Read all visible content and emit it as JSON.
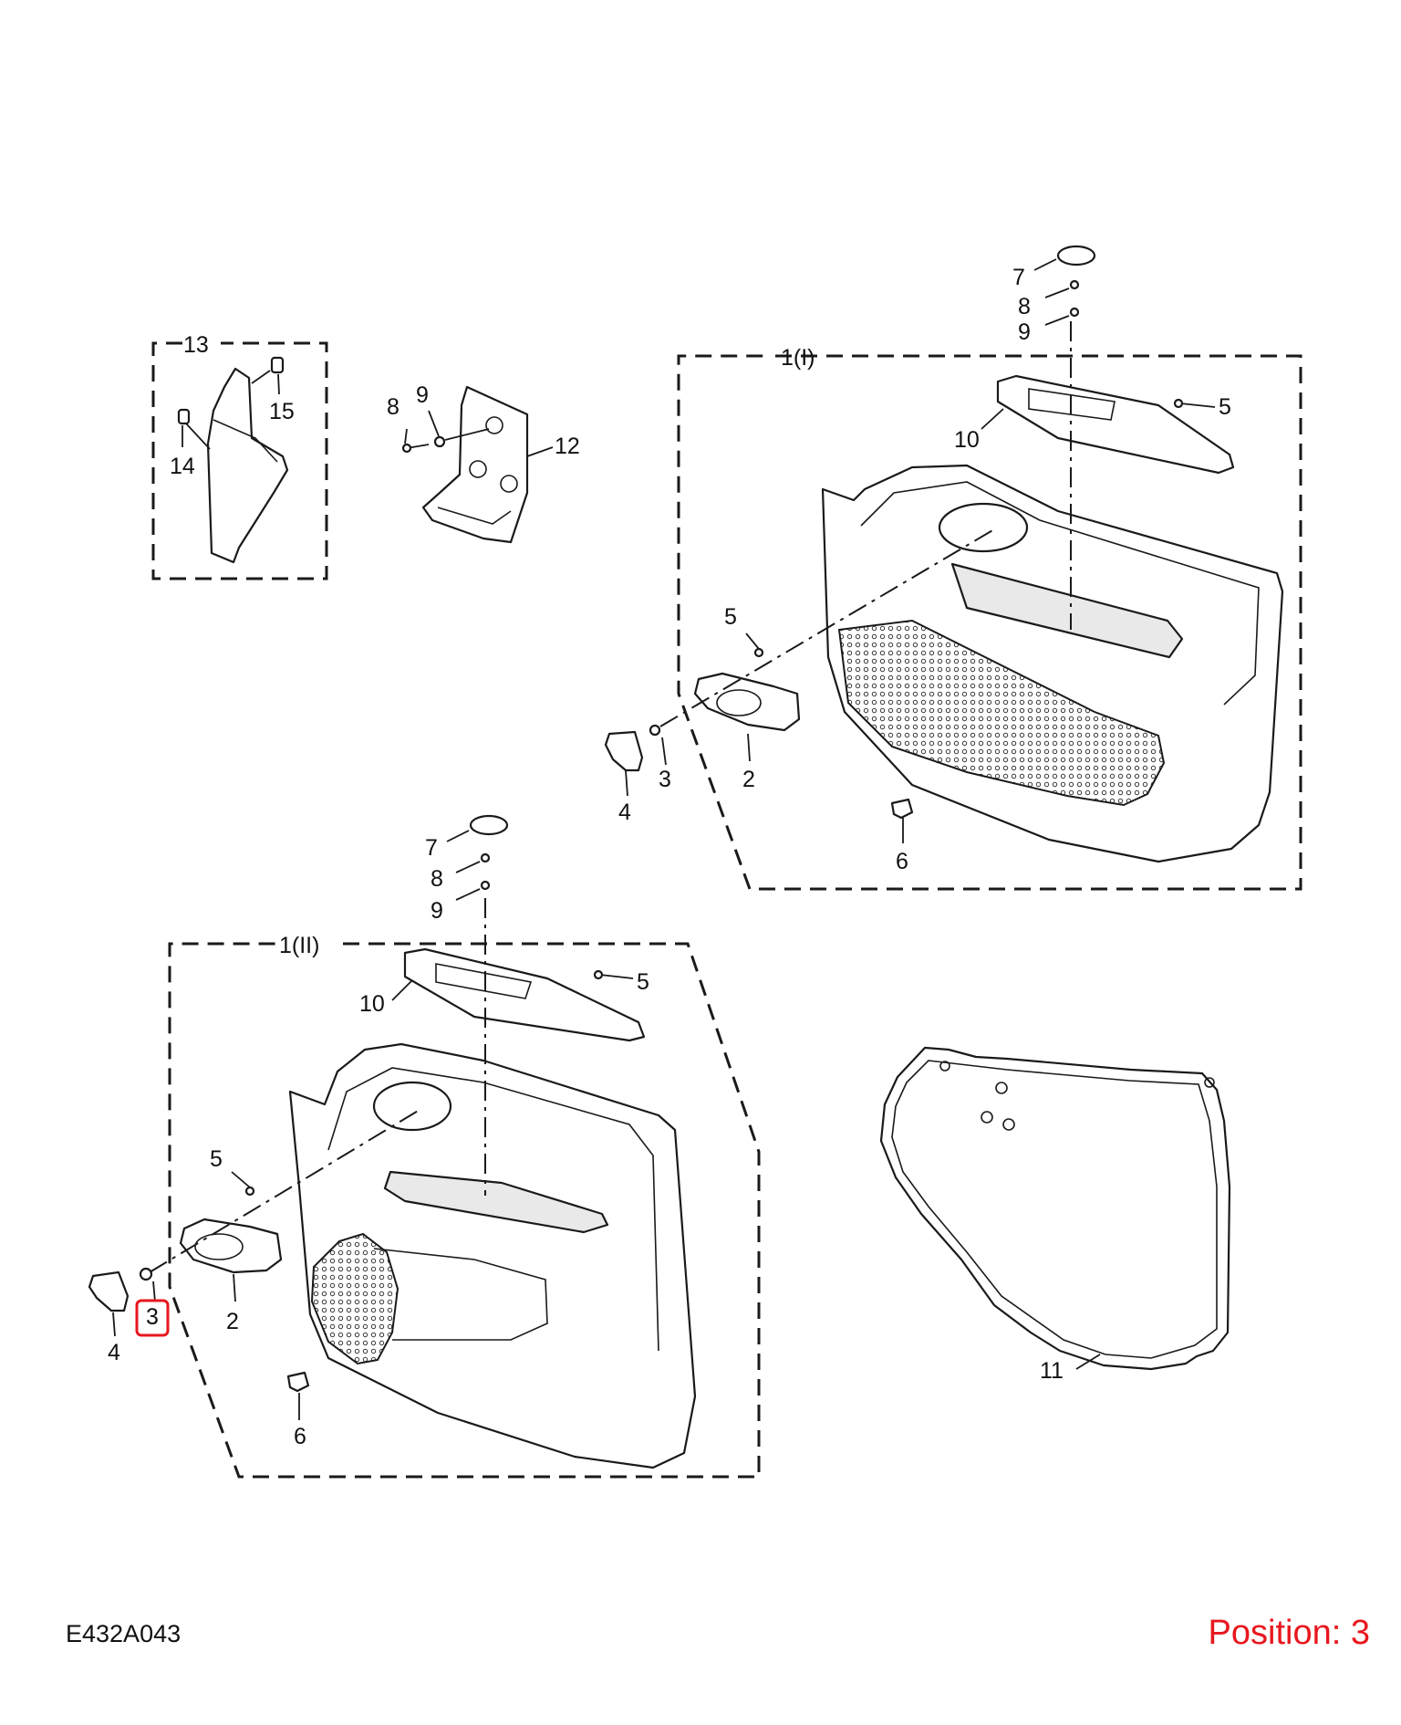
{
  "diagram_code": "E432A043",
  "position_label": "Position: 3",
  "highlight_color": "#e8171e",
  "groups": {
    "left_pillar": "13",
    "front_door": "1(I)",
    "rear_door": "1(II)"
  },
  "callouts": {
    "c13": "13",
    "c14": "14",
    "c15": "15",
    "c8a": "8",
    "c9a": "9",
    "c12": "12",
    "c7b": "7",
    "c8b": "8",
    "c9b": "9",
    "c5b": "5",
    "c10b": "10",
    "c5c": "5",
    "c3c": "3",
    "c2c": "2",
    "c4c": "4",
    "c6c": "6",
    "c7d": "7",
    "c8d": "8",
    "c9d": "9",
    "c10d": "10",
    "c5d": "5",
    "c5e": "5",
    "c2e": "2",
    "c3e": "3",
    "c4e": "4",
    "c6e": "6",
    "c11": "11"
  },
  "selected_callout": "3"
}
